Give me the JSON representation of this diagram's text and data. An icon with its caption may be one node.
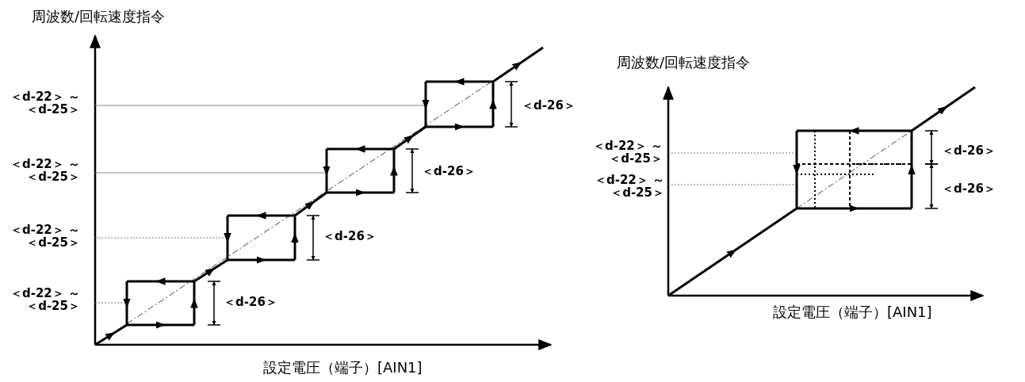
{
  "diagram": {
    "labels": [
      "周波数/回転速度指令",
      "周波数/回転速度指令",
      "＜d-22＞ ～＜d-25＞",
      "＜d-26＞",
      "＜d-26＞",
      "＜d-22＞ ～＜d-25＞",
      "＜d-22＞ ～＜d-25＞",
      "＜d-26＞",
      "＜d-26＞",
      "＜d-22＞ ～＜d-25＞",
      "＜d-22＞ ～＜d-25＞",
      "＜d-26＞",
      "＜d-22＞ ～＜d-25＞",
      "＜d-26＞",
      "設定電圧（端子）[AIN1]",
      "設定電圧（端子）[AIN1]"
    ]
  }
}
